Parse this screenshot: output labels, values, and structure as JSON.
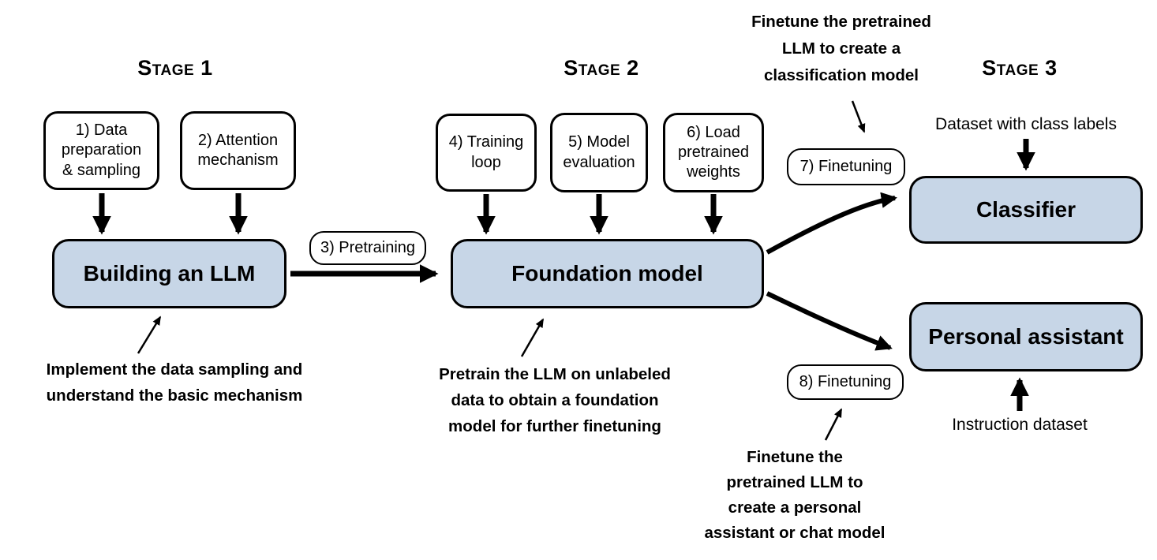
{
  "colors": {
    "node_fill": "#c7d6e7",
    "line": "#000000"
  },
  "stage1": {
    "title": "Stage 1",
    "steps": {
      "data_prep": "1) Data\npreparation\n& sampling",
      "attention": "2) Attention\nmechanism"
    },
    "node": "Building an LLM",
    "annotation": "Implement the data sampling and\nunderstand the basic mechanism"
  },
  "stage2": {
    "title": "Stage 2",
    "pill": "3) Pretraining",
    "steps": {
      "training_loop": "4) Training\nloop",
      "model_eval": "5) Model\nevaluation",
      "load_weights": "6) Load\npretrained\nweights"
    },
    "node": "Foundation model",
    "annotation": "Pretrain the LLM on unlabeled\ndata to obtain a foundation\nmodel for further finetuning"
  },
  "stage3": {
    "title": "Stage 3",
    "pill_classifier": "7) Finetuning",
    "pill_assistant": "8) Finetuning",
    "node_classifier": "Classifier",
    "node_assistant": "Personal assistant",
    "label_classifier_input": "Dataset with class labels",
    "label_assistant_input": "Instruction dataset",
    "annotation_classifier": "Finetune the pretrained\nLLM to create a\nclassification model",
    "annotation_assistant": "Finetune the\npretrained LLM to\ncreate a personal\nassistant or chat model"
  }
}
